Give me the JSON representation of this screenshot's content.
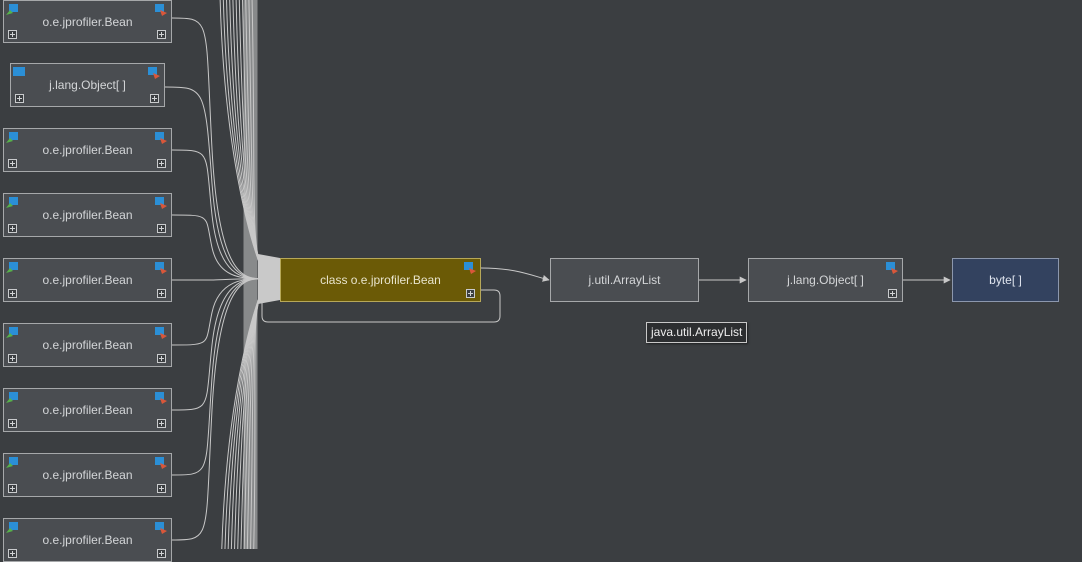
{
  "graph": {
    "referrers": [
      {
        "label": "o.e.jprofiler.Bean"
      },
      {
        "label": "j.lang.Object[ ]"
      },
      {
        "label": "o.e.jprofiler.Bean"
      },
      {
        "label": "o.e.jprofiler.Bean"
      },
      {
        "label": "o.e.jprofiler.Bean"
      },
      {
        "label": "o.e.jprofiler.Bean"
      },
      {
        "label": "o.e.jprofiler.Bean"
      },
      {
        "label": "o.e.jprofiler.Bean"
      },
      {
        "label": "o.e.jprofiler.Bean"
      }
    ],
    "selected": {
      "label": "class o.e.jprofiler.Bean"
    },
    "chain": [
      {
        "label": "j.util.ArrayList"
      },
      {
        "label": "j.lang.Object[ ]"
      },
      {
        "label": "byte[ ]"
      }
    ]
  },
  "tooltip": {
    "text": "java.util.ArrayList"
  },
  "colors": {
    "background": "#3b3e41",
    "node_fill": "#4a4d51",
    "node_border": "#a6a8aa",
    "selected_fill": "#6b5a06",
    "bytes_fill": "#33425f",
    "edge": "#c8c8c8"
  },
  "icons": [
    "incoming-references-icon",
    "outgoing-references-icon",
    "expand-icon"
  ]
}
